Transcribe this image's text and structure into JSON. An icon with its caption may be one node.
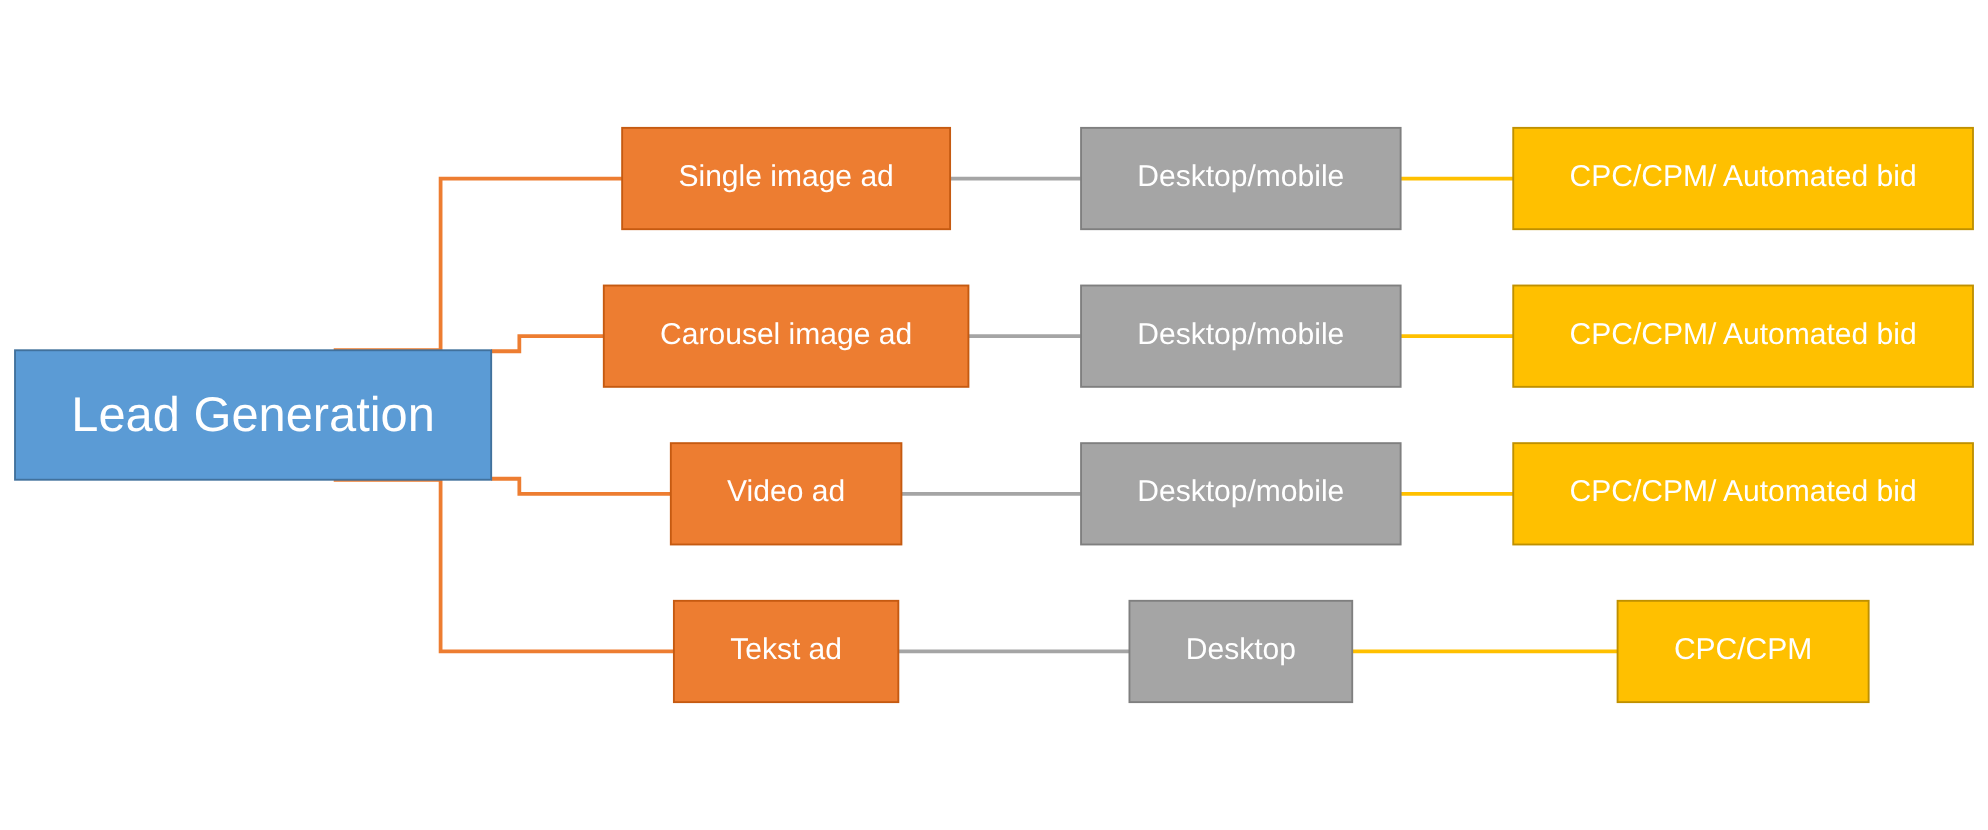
{
  "diagram": {
    "nodes": [
      {
        "text": [
          "Lead Generation"
        ]
      },
      {
        "text": [
          "Single image ad"
        ]
      },
      {
        "text": [
          "Desktop/mobile"
        ]
      },
      {
        "text": [
          "CPC/CPM/ Automated bid"
        ]
      },
      {
        "text": [
          "Carousel image ad"
        ]
      },
      {
        "text": [
          "Desktop/mobile"
        ]
      },
      {
        "text": [
          "CPC/CPM/ Automated bid"
        ]
      },
      {
        "text": [
          "Video ad"
        ]
      },
      {
        "text": [
          "Desktop/mobile"
        ]
      },
      {
        "text": [
          "CPC/CPM/ Automated bid"
        ]
      },
      {
        "text": [
          "Tekst ad"
        ]
      },
      {
        "text": [
          "Desktop"
        ]
      },
      {
        "text": [
          "CPC/CPM"
        ]
      }
    ],
    "edges": [
      {
        "from": 0,
        "to": 1,
        "arrow": "none",
        "color": "#ed7d31"
      },
      {
        "from": 0,
        "to": 4,
        "arrow": "none",
        "color": "#ed7d31"
      },
      {
        "from": 0,
        "to": 7,
        "arrow": "none",
        "color": "#ed7d31"
      },
      {
        "from": 0,
        "to": 10,
        "arrow": "none",
        "color": "#ed7d31"
      },
      {
        "from": 1,
        "to": 2,
        "arrow": "none",
        "color": "#a5a5a5"
      },
      {
        "from": 2,
        "to": 3,
        "arrow": "none",
        "color": "#ffc000"
      },
      {
        "from": 4,
        "to": 5,
        "arrow": "none",
        "color": "#a5a5a5"
      },
      {
        "from": 5,
        "to": 6,
        "arrow": "none",
        "color": "#ffc000"
      },
      {
        "from": 7,
        "to": 8,
        "arrow": "none",
        "color": "#a5a5a5"
      },
      {
        "from": 8,
        "to": 9,
        "arrow": "none",
        "color": "#ffc000"
      },
      {
        "from": 10,
        "to": 11,
        "arrow": "none",
        "color": "#a5a5a5"
      },
      {
        "from": 11,
        "to": 12,
        "arrow": "none",
        "color": "#ffc000"
      }
    ]
  }
}
